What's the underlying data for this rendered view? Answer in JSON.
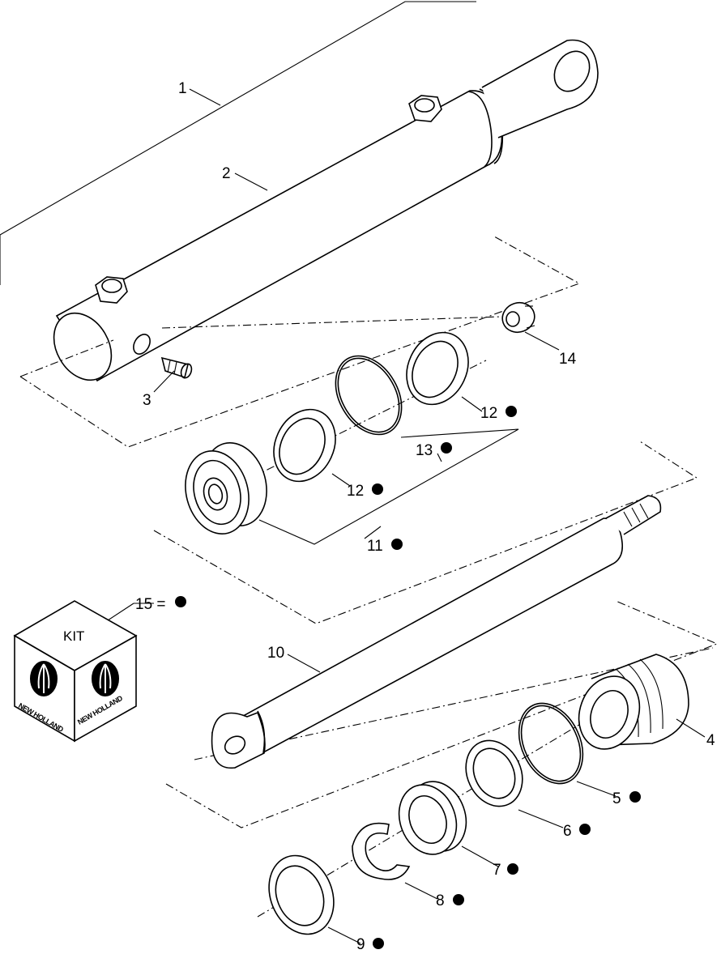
{
  "labels": {
    "l1": "1",
    "l2": "2",
    "l3": "3",
    "l4": "4",
    "l5": "5",
    "l6": "6",
    "l7": "7",
    "l8": "8",
    "l9": "9",
    "l10": "10",
    "l11": "11",
    "l12a": "12",
    "l12b": "12",
    "l13": "13",
    "l14": "14",
    "l15": "15 ="
  },
  "kit": {
    "title": "KIT",
    "brand": "NEW HOLLAND"
  },
  "colors": {
    "ink": "#000000",
    "paper": "#ffffff"
  }
}
